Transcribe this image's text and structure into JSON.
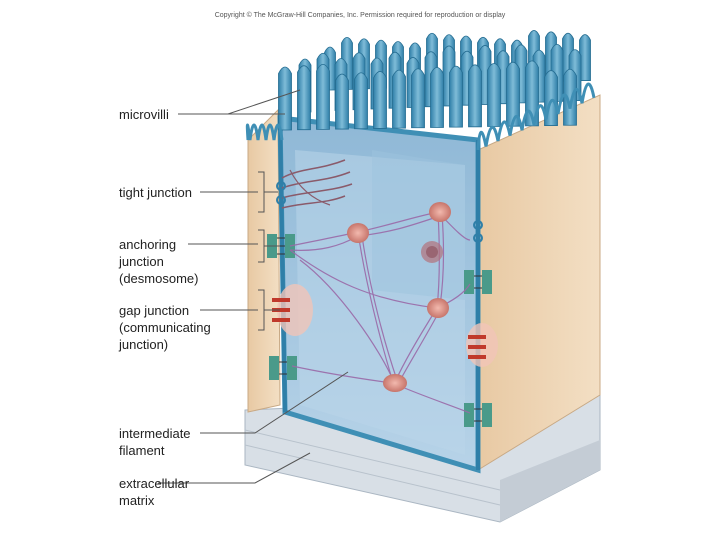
{
  "copyright": "Copyright © The McGraw-Hill Companies, Inc. Permission required for reproduction or display",
  "labels": {
    "microvilli": "microvilli",
    "tight_junction": "tight junction",
    "anchoring_1": "anchoring",
    "anchoring_2": "junction",
    "anchoring_3": "(desmosome)",
    "gap_1": "gap junction",
    "gap_2": "(communicating",
    "gap_3": "junction)",
    "intermediate_1": "intermediate",
    "intermediate_2": "filament",
    "ecm_1": "extracellular",
    "ecm_2": "matrix"
  },
  "colors": {
    "membrane": "#3f8fb5",
    "cytoplasm": "#a9cbe3",
    "neighbor_cell": "#efd6b8",
    "matrix": "#d3dbe3",
    "junction": "#c0392b",
    "filament": "#9a6aa8",
    "plaque": "#e3a39a"
  }
}
